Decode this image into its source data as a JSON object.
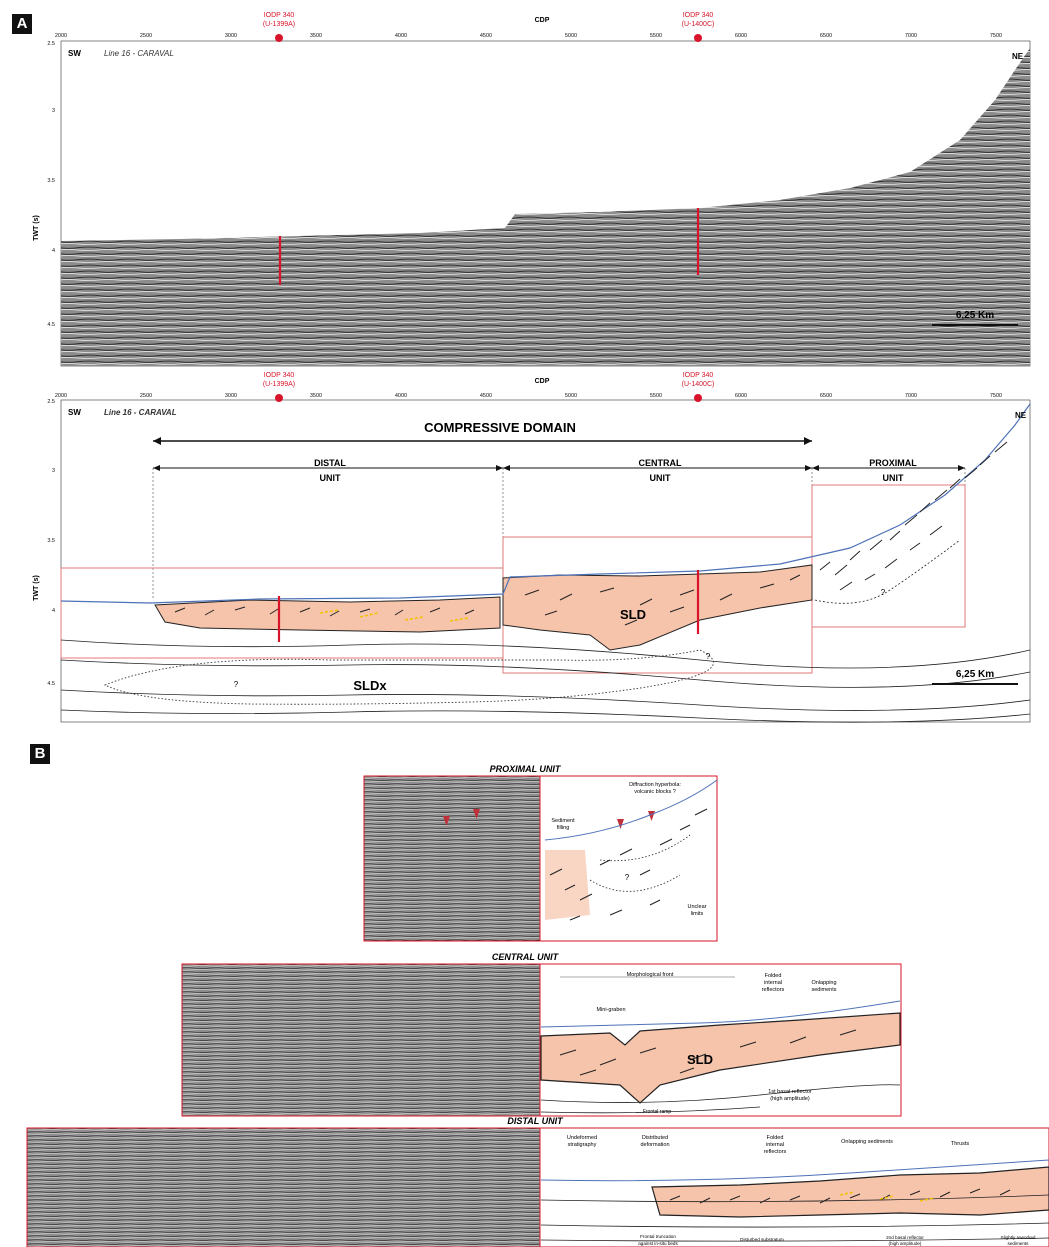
{
  "panelA": {
    "badge": "A",
    "top": {
      "cdp_label": "CDP",
      "ticks": [
        "2000",
        "2500",
        "3000",
        "3500",
        "4000",
        "4500",
        "5000",
        "5500",
        "6000",
        "6500",
        "7000",
        "7500"
      ],
      "y_ticks": [
        "2.5",
        "3",
        "3.5",
        "4",
        "4.5"
      ],
      "y_label": "TWT (s)",
      "wells": [
        {
          "name": "IODP 340",
          "id": "(U-1399A)"
        },
        {
          "name": "IODP 340",
          "id": "(U-1400C)"
        }
      ],
      "sw": "SW",
      "ne": "NE",
      "line_name": "Line 16 - CARAVAL",
      "scale": "6,25 Km"
    },
    "bottom": {
      "cdp_label": "CDP",
      "ticks": [
        "2000",
        "2500",
        "3000",
        "3500",
        "4000",
        "4500",
        "5000",
        "5500",
        "6000",
        "6500",
        "7000",
        "7500"
      ],
      "y_ticks": [
        "2.5",
        "3",
        "3.5",
        "4",
        "4.5"
      ],
      "y_label": "TWT (s)",
      "wells": [
        {
          "name": "IODP 340",
          "id": "(U-1399A)"
        },
        {
          "name": "IODP 340",
          "id": "(U-1400C)"
        }
      ],
      "sw": "SW",
      "ne": "NE",
      "line_name": "Line 16 - CARAVAL",
      "domain": "COMPRESSIVE DOMAIN",
      "units": [
        {
          "l1": "DISTAL",
          "l2": "UNIT"
        },
        {
          "l1": "CENTRAL",
          "l2": "UNIT"
        },
        {
          "l1": "PROXIMAL",
          "l2": "UNIT"
        }
      ],
      "sld": "SLD",
      "sldx": "SLDx",
      "question": "?",
      "scale": "6,25 Km"
    }
  },
  "panelB": {
    "badge": "B",
    "proximal": {
      "title": "PROXIMAL UNIT",
      "labels": {
        "diffraction1": "Diffraction hyperbola:",
        "diffraction2": "volcanic blocks ?",
        "sediment1": "Sediment",
        "sediment2": "filling",
        "unclear1": "Unclear",
        "unclear2": "limits"
      }
    },
    "central": {
      "title": "CENTRAL UNIT",
      "labels": {
        "morph": "Morphological front",
        "folded1": "Folded",
        "folded2": "internal",
        "folded3": "reflectors",
        "onlap1": "Onlapping",
        "onlap2": "sediments",
        "minigraben": "Mini-graben",
        "sld": "SLD",
        "basal1": "1st basal reflector",
        "basal2": "(high amplitude)",
        "ramp": "Frontal ramp"
      }
    },
    "distal": {
      "title": "DISTAL UNIT",
      "labels": {
        "undeformed1": "Undeformed",
        "undeformed2": "stratigraphy",
        "distributed1": "Distributed",
        "distributed2": "deformation",
        "folded1": "Folded",
        "folded2": "internal",
        "folded3": "reflectors",
        "onlap": "Onlapping sediments",
        "thrusts": "Thrusts",
        "frontal1": "Frontal truncation",
        "frontal2": "against in-situ beds",
        "disturbed": "Disturbed substratum",
        "basal2nd1": "2nd basal reflector",
        "basal2nd2": "(high amplitude)",
        "slightly1": "Slightly reworked",
        "slightly2": "sediments"
      }
    }
  },
  "colors": {
    "red": "#d8142a",
    "sld_fill": "#f6c3ab",
    "seafloor": "#4e72b8",
    "seismic_bg": "#8a8a8a",
    "box_red": "#e07a7a"
  }
}
